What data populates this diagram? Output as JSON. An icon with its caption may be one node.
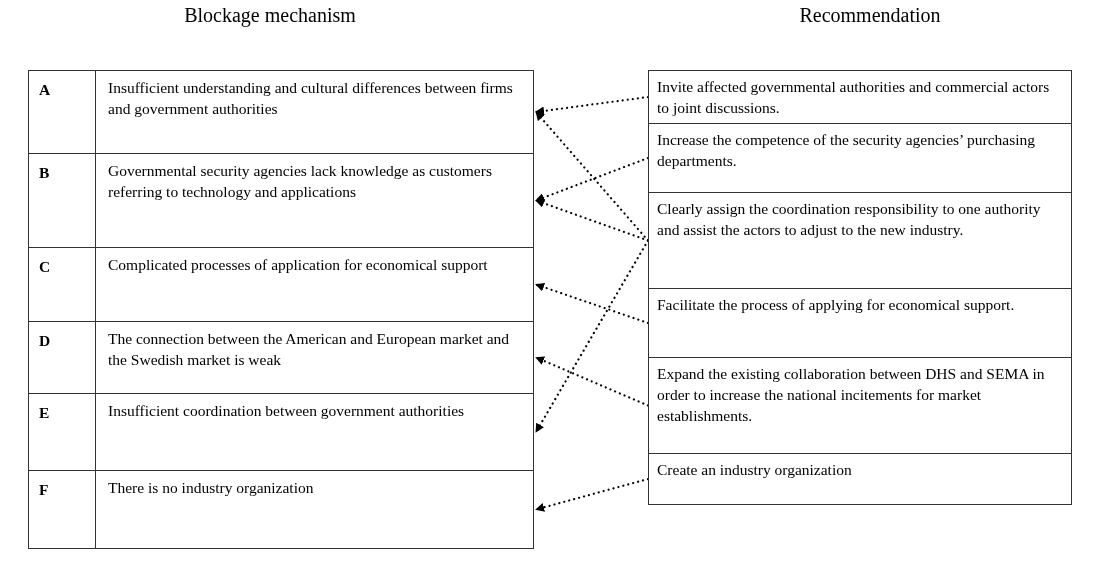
{
  "diagram": {
    "nodes": [
      {
        "text": [
          "A",
          "Insufficient understanding and cultural differences between firms and government authorities"
        ]
      },
      {
        "text": [
          "B",
          "Governmental security agencies lack knowledge as customers referring to technology and applications"
        ]
      },
      {
        "text": [
          "C",
          "Complicated processes of application for economical support"
        ]
      },
      {
        "text": [
          "D",
          "The connection between the American and European market and the Swedish market is weak"
        ]
      },
      {
        "text": [
          "E",
          "Insufficient coordination between government authorities"
        ]
      },
      {
        "text": [
          "F",
          "There is no industry organization"
        ]
      },
      {
        "text": [
          "Invite affected governmental authorities and commercial actors to joint discussions."
        ]
      },
      {
        "text": [
          "Increase the competence of the security agencies’ purchasing departments."
        ]
      },
      {
        "text": [
          "Clearly assign the coordination responsibility to one authority and assist the actors to adjust to the new industry."
        ]
      },
      {
        "text": [
          "Facilitate the process of applying for economical support."
        ]
      },
      {
        "text": [
          "Expand the existing collaboration between DHS and SEMA in order to increase the national incitements for market establishments."
        ]
      },
      {
        "text": [
          "Create an industry organization"
        ]
      }
    ],
    "edges": [
      {
        "from": 6,
        "to": 0,
        "arrow": "to",
        "style": "dashed"
      },
      {
        "from": 7,
        "to": 1,
        "arrow": "to",
        "style": "dashed"
      },
      {
        "from": 8,
        "to": 0,
        "arrow": "to",
        "style": "dashed"
      },
      {
        "from": 8,
        "to": 1,
        "arrow": "to",
        "style": "dashed"
      },
      {
        "from": 8,
        "to": 4,
        "arrow": "to",
        "style": "dashed"
      },
      {
        "from": 9,
        "to": 2,
        "arrow": "to",
        "style": "dashed"
      },
      {
        "from": 10,
        "to": 3,
        "arrow": "to",
        "style": "dashed"
      },
      {
        "from": 11,
        "to": 5,
        "arrow": "to",
        "style": "dashed"
      }
    ],
    "labels": [
      "Blockage mechanism",
      "Recommendation"
    ]
  }
}
